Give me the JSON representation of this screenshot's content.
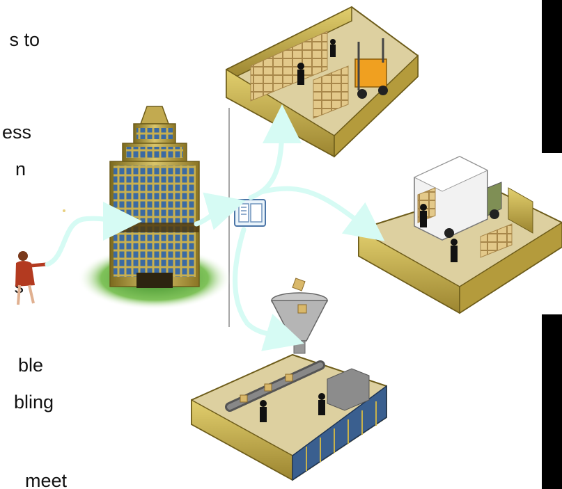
{
  "text_fragments": [
    "s to",
    "ess",
    "n",
    "s",
    "ble",
    "bling",
    "meet"
  ],
  "colors": {
    "flow_arrow": "#d6fbf4",
    "building_gold": "#b8a040",
    "glass_blue": "#3f6fa6",
    "grass_green": "#5fa73a",
    "room_wall": "#c9b24a",
    "forklift_orange": "#f0a020",
    "panel_black": "#000000"
  },
  "icons": [
    "person-icon",
    "office-building-icon",
    "document-icon",
    "warehouse-forklift-icon",
    "shipping-truck-icon",
    "manufacturing-funnel-icon"
  ]
}
